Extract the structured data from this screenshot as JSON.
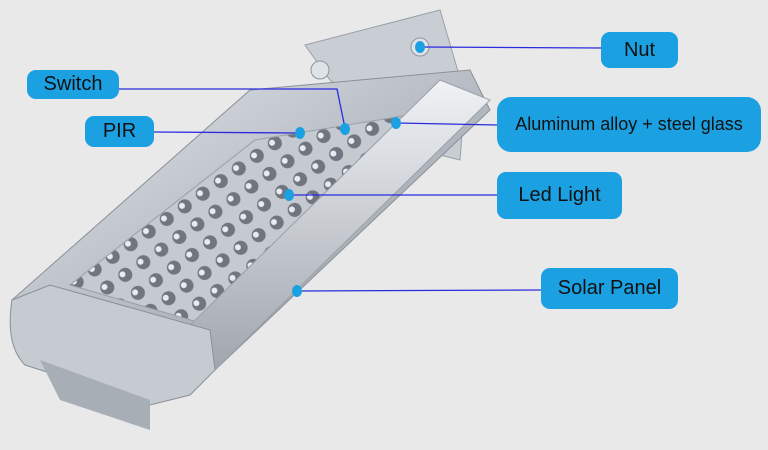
{
  "labels": {
    "nut": "Nut",
    "switch": "Switch",
    "pir": "PIR",
    "aluminum": "Aluminum alloy + steel glass",
    "led": "Led Light",
    "solar": "Solar Panel"
  },
  "colors": {
    "label_bg": "#1ba1e2",
    "leader_line": "#2a2adf",
    "background": "#e9e9e9"
  }
}
